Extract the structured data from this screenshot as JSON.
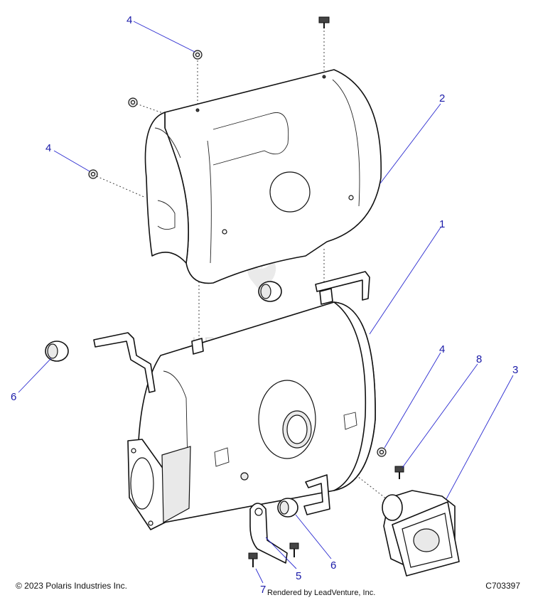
{
  "callouts": [
    {
      "id": "callout-4-top",
      "label": "4"
    },
    {
      "id": "callout-2",
      "label": "2"
    },
    {
      "id": "callout-4-left",
      "label": "4"
    },
    {
      "id": "callout-1",
      "label": "1"
    },
    {
      "id": "callout-6-left",
      "label": "6"
    },
    {
      "id": "callout-4-right",
      "label": "4"
    },
    {
      "id": "callout-8",
      "label": "8"
    },
    {
      "id": "callout-3",
      "label": "3"
    },
    {
      "id": "callout-5",
      "label": "5"
    },
    {
      "id": "callout-6-bottom",
      "label": "6"
    },
    {
      "id": "callout-7",
      "label": "7"
    }
  ],
  "watermark": "LEADVENTURE",
  "footer": {
    "copyright": "© 2023 Polaris Industries Inc.",
    "rendered_by": "Rendered by LeadVenture, Inc.",
    "diagram_code": "C703397"
  }
}
